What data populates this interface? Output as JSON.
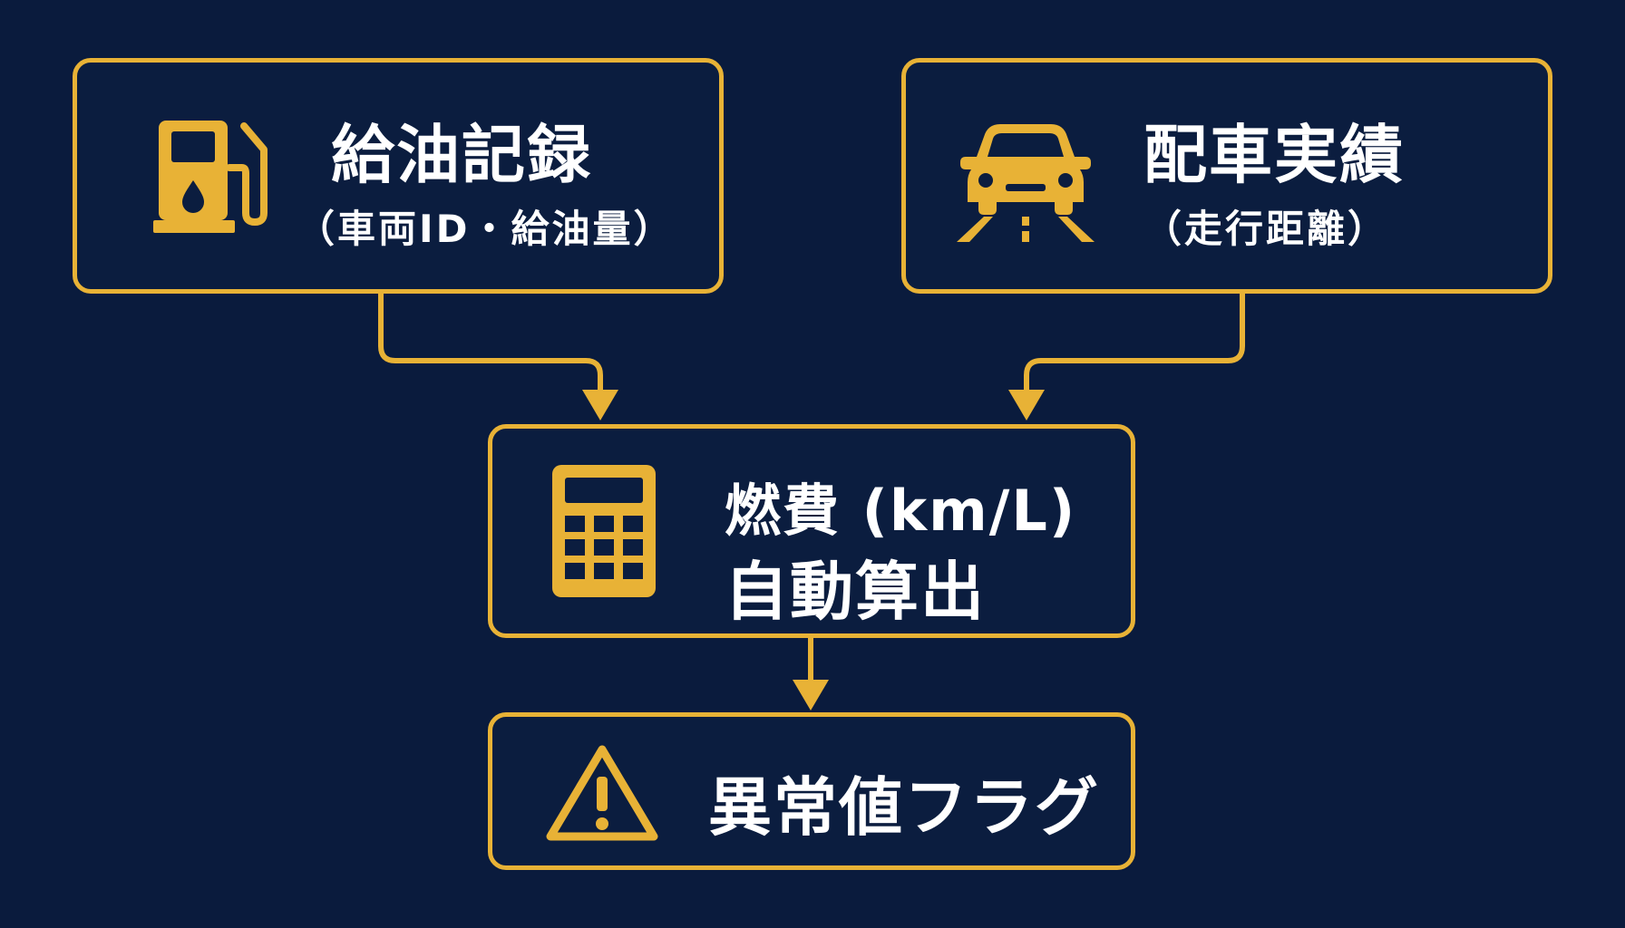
{
  "colors": {
    "background": "#0a1b3d",
    "accent": "#e8b236",
    "text": "#ffffff"
  },
  "nodes": {
    "fuel_record": {
      "title": "給油記録",
      "subtitle": "（車両ID・給油量）",
      "icon": "fuel-pump-icon"
    },
    "dispatch_record": {
      "title": "配車実績",
      "subtitle": "（走行距離）",
      "icon": "car-road-icon"
    },
    "fuel_efficiency": {
      "title_line1": "燃費 (km/L)",
      "title_line2": "自動算出",
      "icon": "calculator-icon"
    },
    "anomaly_flag": {
      "title": "異常値フラグ",
      "icon": "warning-icon"
    }
  },
  "edges": [
    {
      "from": "fuel_record",
      "to": "fuel_efficiency"
    },
    {
      "from": "dispatch_record",
      "to": "fuel_efficiency"
    },
    {
      "from": "fuel_efficiency",
      "to": "anomaly_flag"
    }
  ]
}
